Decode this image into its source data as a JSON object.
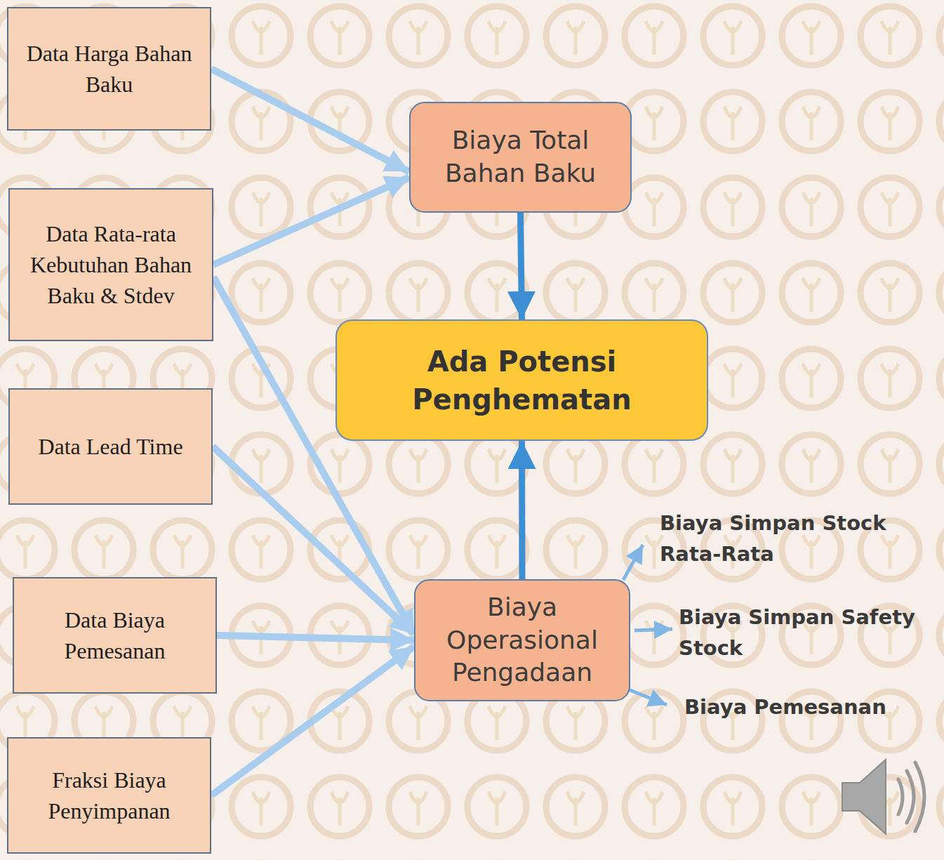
{
  "diagram": {
    "nodes": [
      {
        "text": [
          "Data Harga Bahan Baku"
        ]
      },
      {
        "text": [
          "Data Rata-rata Kebutuhan Bahan Baku & Stdev"
        ]
      },
      {
        "text": [
          "Data Lead Time"
        ]
      },
      {
        "text": [
          "Data Biaya Pemesanan"
        ]
      },
      {
        "text": [
          "Fraksi Biaya Penyimpanan"
        ]
      },
      {
        "text": [
          "Biaya Total Bahan Baku"
        ]
      },
      {
        "text": [
          "Ada Potensi Penghematan"
        ]
      },
      {
        "text": [
          "Biaya Operasional Pengadaan"
        ]
      }
    ],
    "edges": [
      {
        "from": 0,
        "to": 5,
        "arrow": "to"
      },
      {
        "from": 1,
        "to": 5,
        "arrow": "to"
      },
      {
        "from": 1,
        "to": 7,
        "arrow": "to"
      },
      {
        "from": 2,
        "to": 7,
        "arrow": "to"
      },
      {
        "from": 3,
        "to": 7,
        "arrow": "to"
      },
      {
        "from": 4,
        "to": 7,
        "arrow": "to"
      },
      {
        "from": 5,
        "to": 6,
        "arrow": "to"
      },
      {
        "from": 7,
        "to": 6,
        "arrow": "to"
      }
    ],
    "labels": [
      "Biaya Simpan Stock Rata-Rata",
      "Biaya Simpan Safety Stock",
      "Biaya Pemesanan"
    ]
  }
}
